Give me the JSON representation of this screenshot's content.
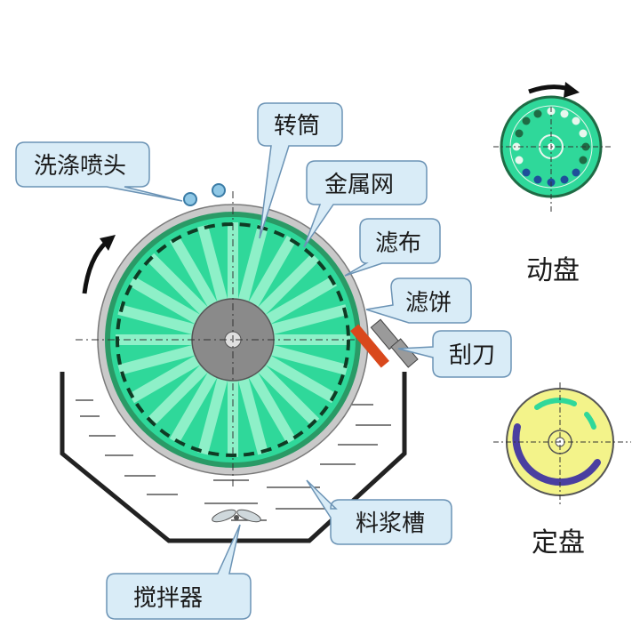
{
  "labels": {
    "drum": "转筒",
    "wash_nozzle": "洗涤喷头",
    "wire_mesh": "金属网",
    "filter_cloth": "滤布",
    "filter_cake": "滤饼",
    "scraper": "刮刀",
    "slurry_tank": "料浆槽",
    "agitator": "搅拌器",
    "moving_plate": "动盘",
    "fixed_plate": "定盘"
  },
  "colors": {
    "drum_green": "#2fd89a",
    "drum_dark_ring": "#1f8a5a",
    "hub_gray": "#9a9a9a",
    "callout_fill": "#d9ecf7",
    "callout_stroke": "#6b93b5",
    "fixed_plate_yellow": "#f3f38a",
    "fixed_plate_slot": "#4a3fa0",
    "scraper_red": "#d9481c"
  },
  "icons": [
    "rotation-arrow-icon",
    "agitator-propeller-icon",
    "spray-nozzle-icon"
  ]
}
